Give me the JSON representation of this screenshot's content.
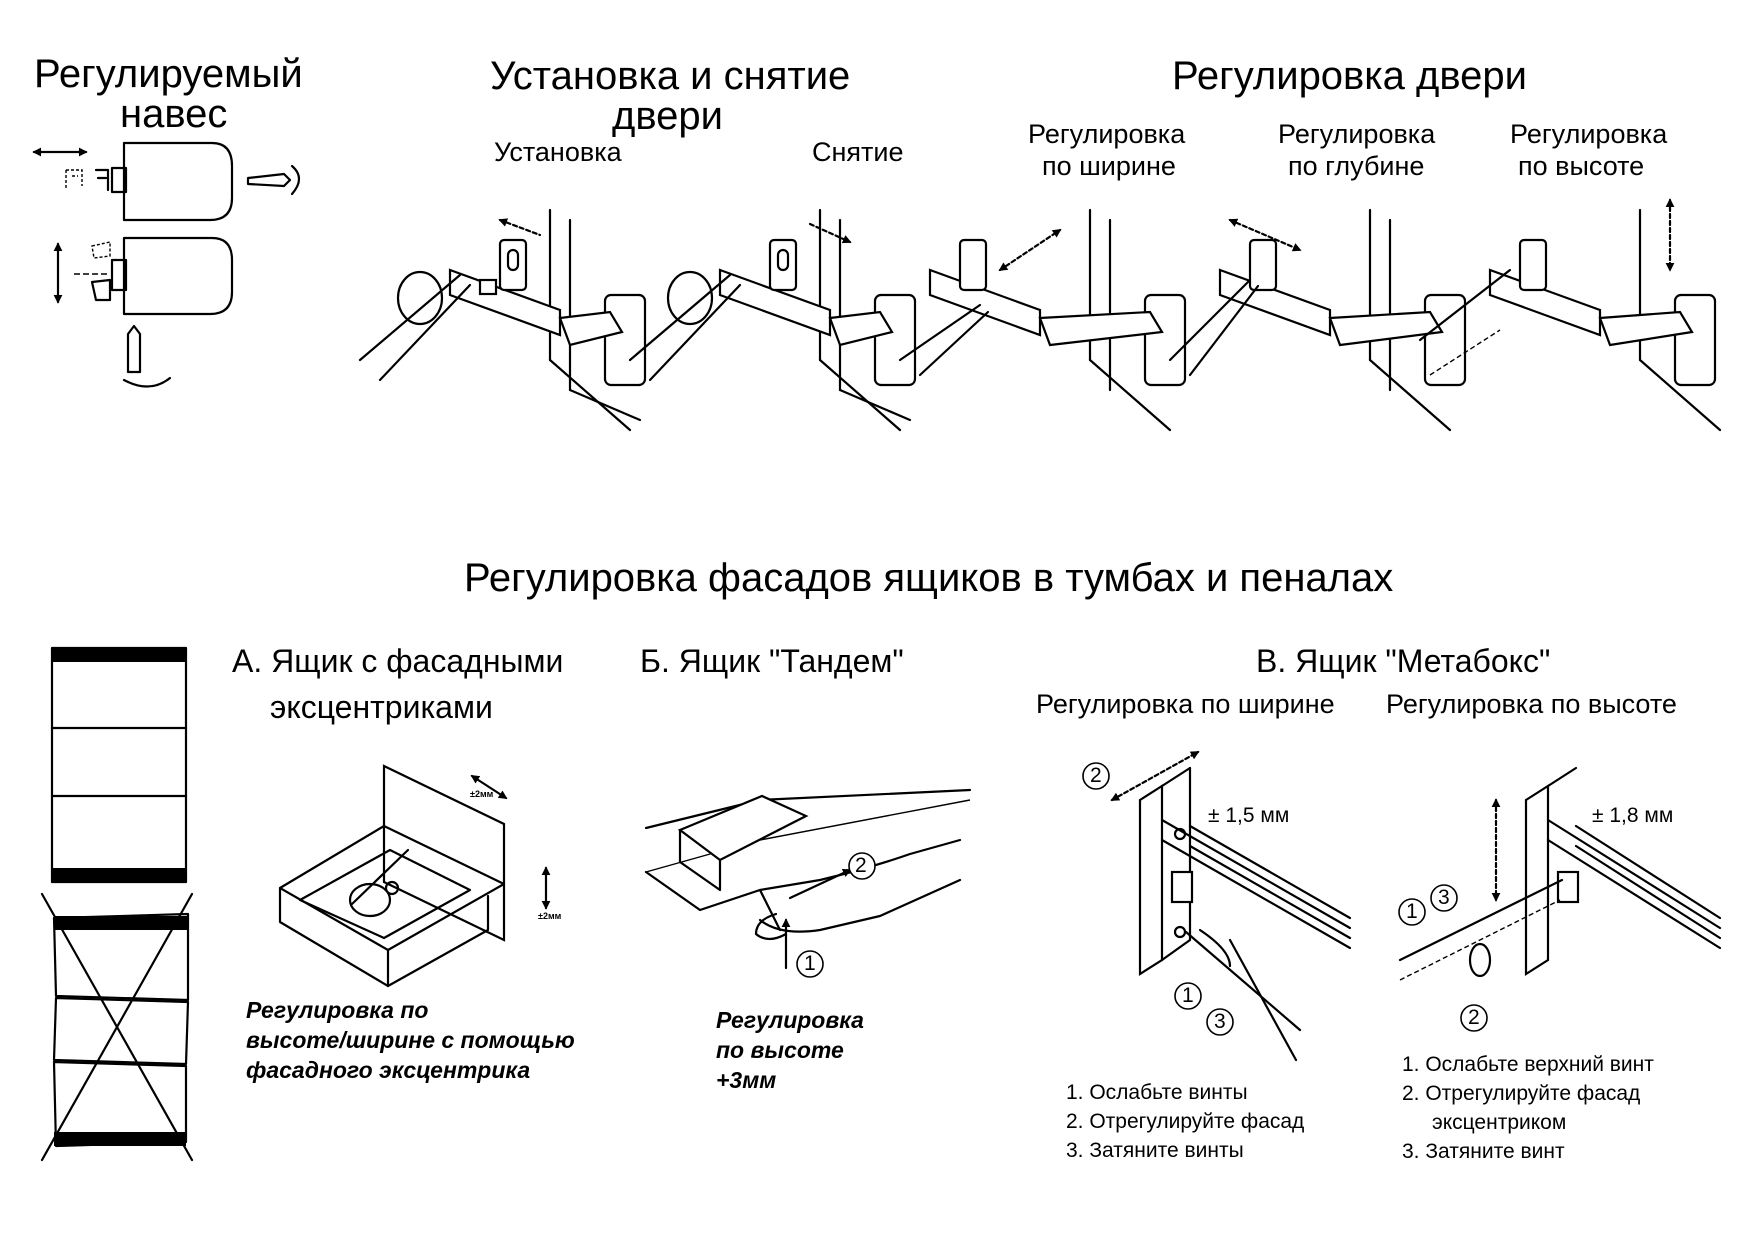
{
  "sections": {
    "hinge": {
      "title_line1": "Регулируемый",
      "title_line2": "навес"
    },
    "install": {
      "title_line1": "Установка и снятие",
      "title_line2": "двери",
      "install_label": "Установка",
      "remove_label": "Снятие"
    },
    "door_adjust": {
      "title": "Регулировка двери",
      "width_line1": "Регулировка",
      "width_line2": "по ширине",
      "depth_line1": "Регулировка",
      "depth_line2": "по глубине",
      "height_line1": "Регулировка",
      "height_line2": "по высоте"
    },
    "drawers": {
      "title": "Регулировка фасадов ящиков в тумбах и пеналах",
      "a": {
        "title_line1": "А. Ящик с фасадными",
        "title_line2": "эксцентриками",
        "dim_top": "±2мм",
        "dim_side": "±2мм",
        "caption_line1": "Регулировка по",
        "caption_line2": "высоте/ширине с помощью",
        "caption_line3": "фасадного эксцентрика"
      },
      "b": {
        "title": "Б. Ящик \"Тандем\"",
        "caption_line1": "Регулировка",
        "caption_line2": "по высоте",
        "caption_line3": "+3мм",
        "marker1": "1",
        "marker2": "2"
      },
      "c": {
        "title": "В. Ящик \"Метабокс\"",
        "width_label": "Регулировка по ширине",
        "height_label": "Регулировка по  высоте",
        "width_dim": "± 1,5 мм",
        "height_dim": "± 1,8 мм",
        "width_markers": [
          "2",
          "1",
          "3"
        ],
        "height_markers": [
          "1",
          "3",
          "2"
        ],
        "width_steps": [
          "1. Ослабьте винты",
          "2. Отрегулируйте фасад",
          "3. Затяните винты"
        ],
        "height_steps": [
          "1. Ослабьте верхний винт",
          "2. Отрегулируйте фасад",
          "эксцентриком",
          "3. Затяните винт"
        ]
      }
    }
  }
}
